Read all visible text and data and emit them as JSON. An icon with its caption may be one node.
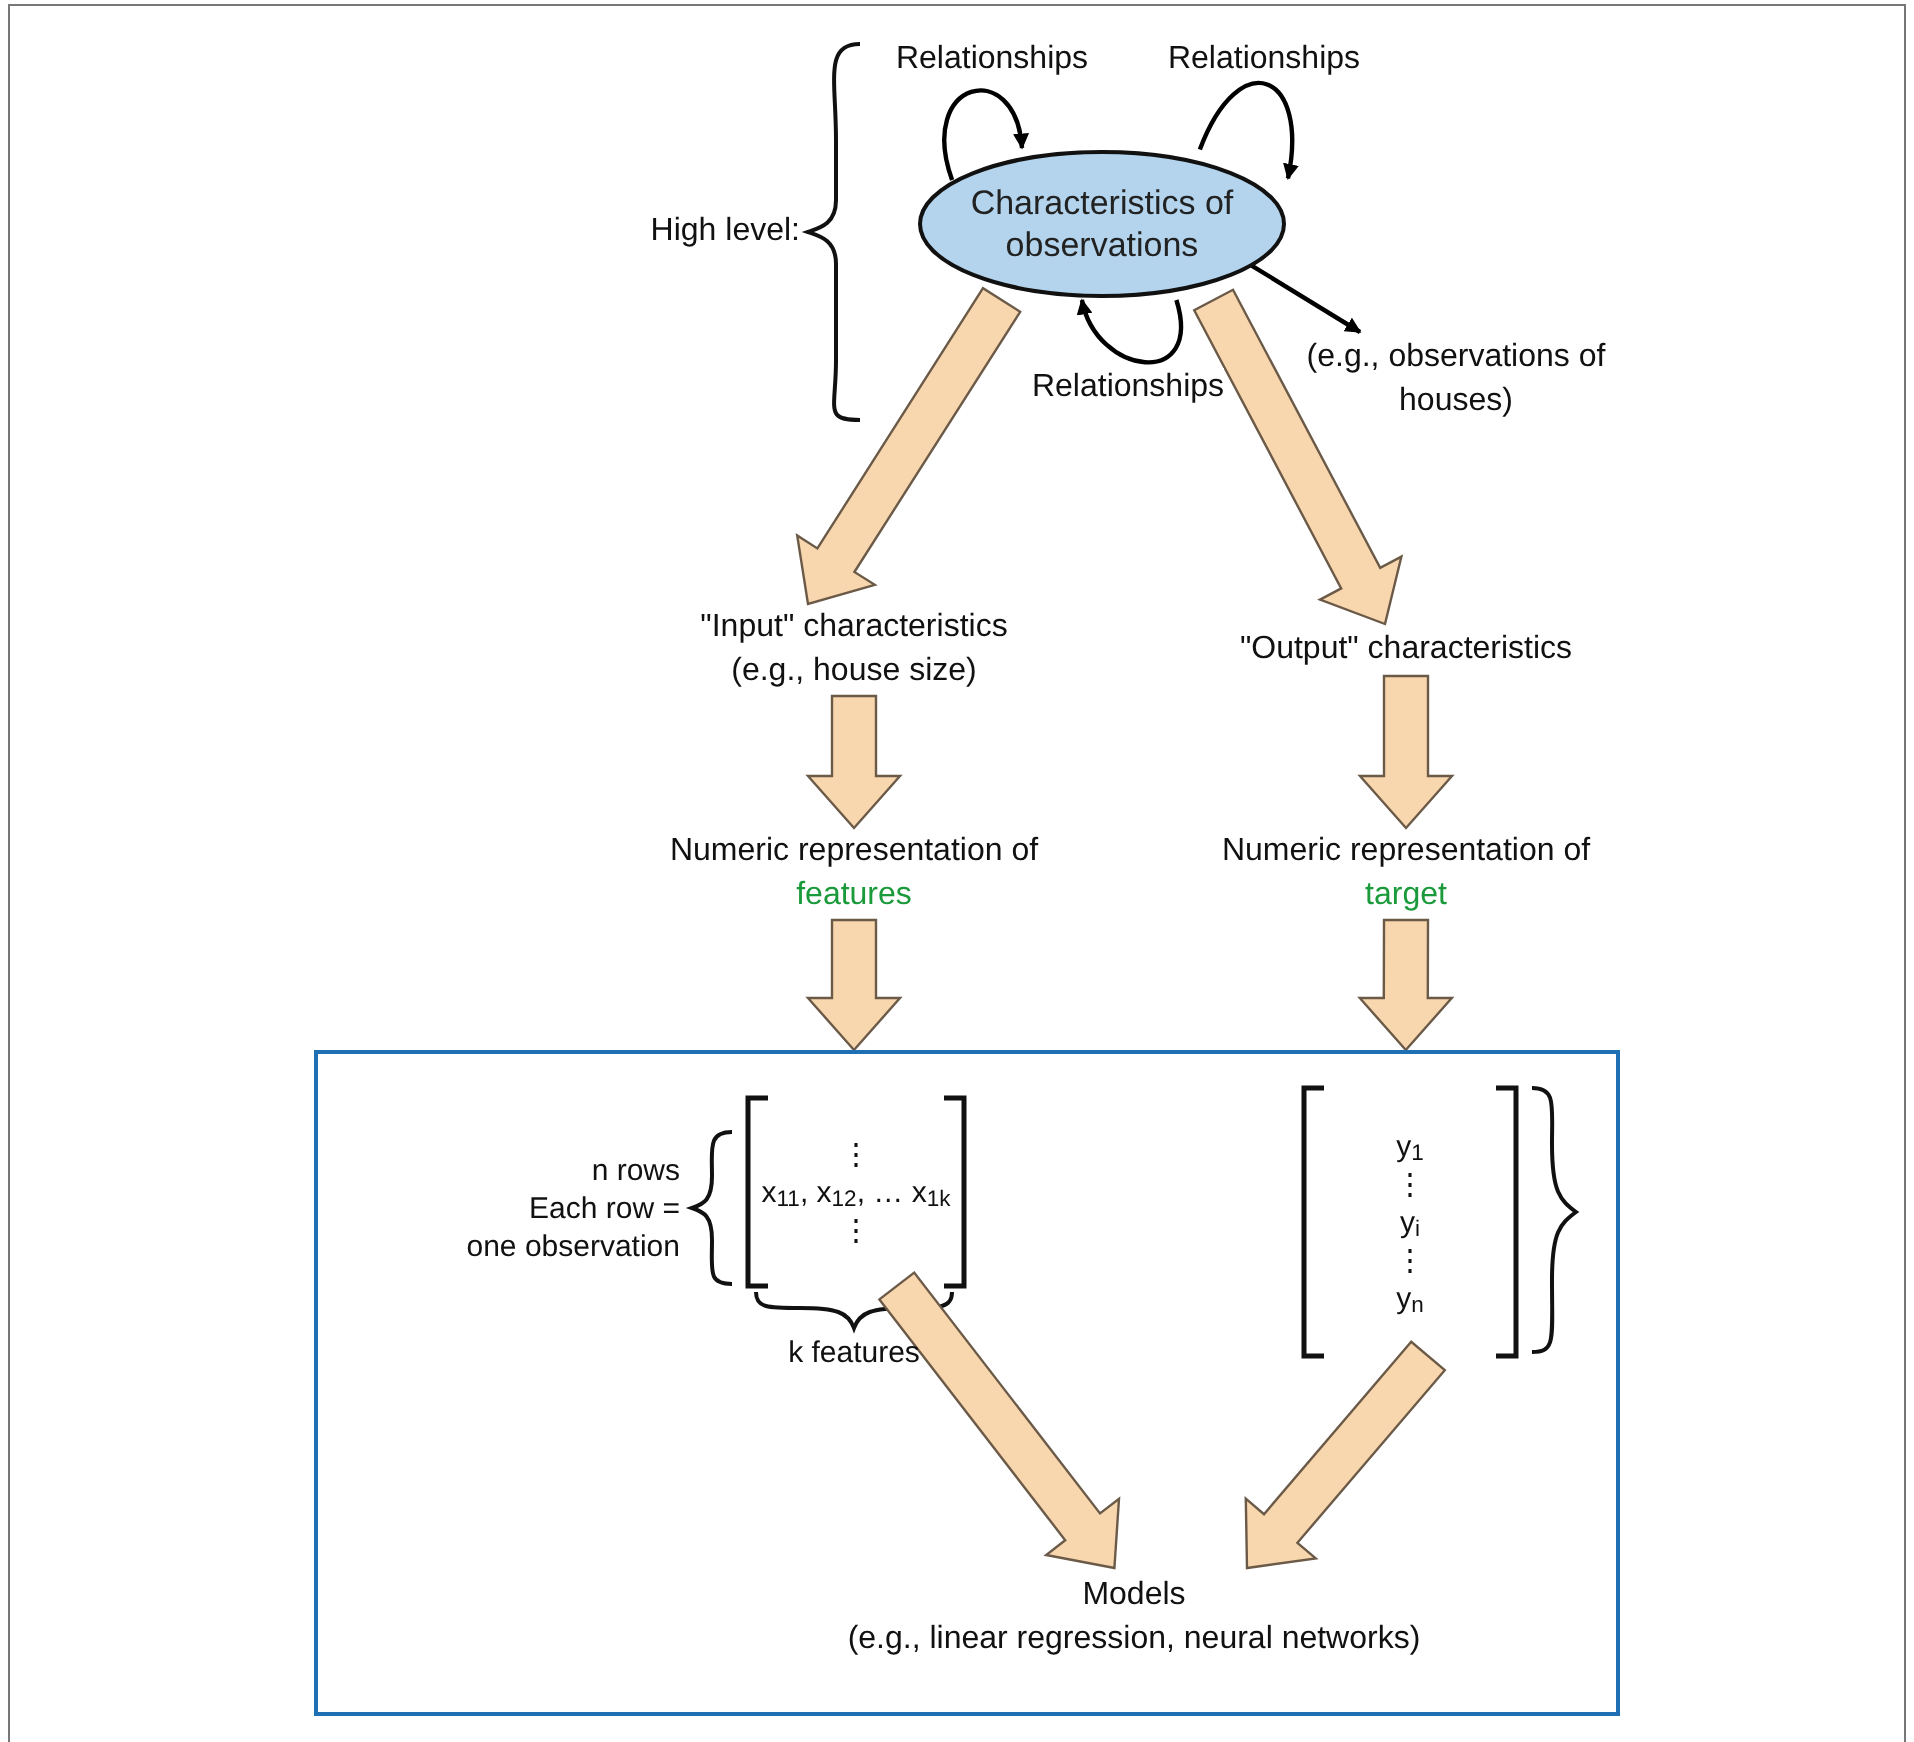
{
  "diagram": {
    "nodes": [
      {
        "text": [
          "Characteristics of observations"
        ]
      },
      {
        "text": [
          "(e.g., observations of houses)"
        ]
      },
      {
        "text": [
          "\"Input\" characteristics",
          "(e.g., house size)"
        ]
      },
      {
        "text": [
          "\"Output\" characteristics"
        ]
      },
      {
        "text": [
          "Numeric representation of",
          "features"
        ]
      },
      {
        "text": [
          "Numeric representation of",
          "target"
        ]
      },
      {
        "text": [],
        "shape": "box"
      },
      {
        "text": [
          "⋮",
          "x$_{11}$, x$_{12}$, … x$_{1k}$",
          "⋮"
        ],
        "in": 6
      },
      {
        "text": [
          "y$_{1}$",
          "⋮",
          "y$_{i}$",
          "⋮",
          "y$_{n}$"
        ],
        "in": 6
      },
      {
        "text": [
          "Models",
          "(e.g., linear regression, neural networks)"
        ],
        "in": 6
      }
    ],
    "edges": [
      {
        "from": 0,
        "to": 0,
        "arrow": "to",
        "label": "Relationships",
        "color": "#000000"
      },
      {
        "from": 0,
        "to": 0,
        "arrow": "to",
        "label": "Relationships",
        "color": "#000000"
      },
      {
        "from": 0,
        "to": 0,
        "arrow": "to",
        "label": "Relationships",
        "color": "#000000"
      },
      {
        "from": 0,
        "to": 1,
        "arrow": "to",
        "color": "#000000"
      },
      {
        "from": 0,
        "to": 2,
        "arrow": "to",
        "style": "thick"
      },
      {
        "from": 0,
        "to": 3,
        "arrow": "to",
        "style": "thick"
      },
      {
        "from": 2,
        "to": 4,
        "arrow": "to",
        "style": "thick"
      },
      {
        "from": 3,
        "to": 5,
        "arrow": "to",
        "style": "thick"
      },
      {
        "from": 4,
        "to": 6,
        "arrow": "to",
        "style": "thick"
      },
      {
        "from": 5,
        "to": 6,
        "arrow": "to",
        "style": "thick"
      },
      {
        "from": 7,
        "to": 9,
        "arrow": "to",
        "style": "thick"
      },
      {
        "from": 8,
        "to": 9,
        "arrow": "to",
        "style": "thick"
      }
    ],
    "labels": [
      "High level:",
      "n rows",
      "Each row =",
      "one observation",
      "k features"
    ]
  }
}
